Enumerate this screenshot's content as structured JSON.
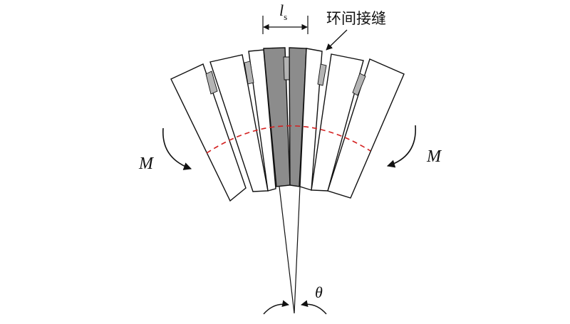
{
  "labels": {
    "joint_label": "环间接缝",
    "ls_main": "l",
    "ls_sub": "s",
    "moment_left": "M",
    "moment_right": "M",
    "theta": "θ"
  },
  "colors": {
    "segment_fill": "#ffffff",
    "highlighted_segment_fill": "#8c8c8c",
    "gasket_fill": "#b4b4b4",
    "outline": "#111111",
    "neutral_axis": "#d42020"
  }
}
